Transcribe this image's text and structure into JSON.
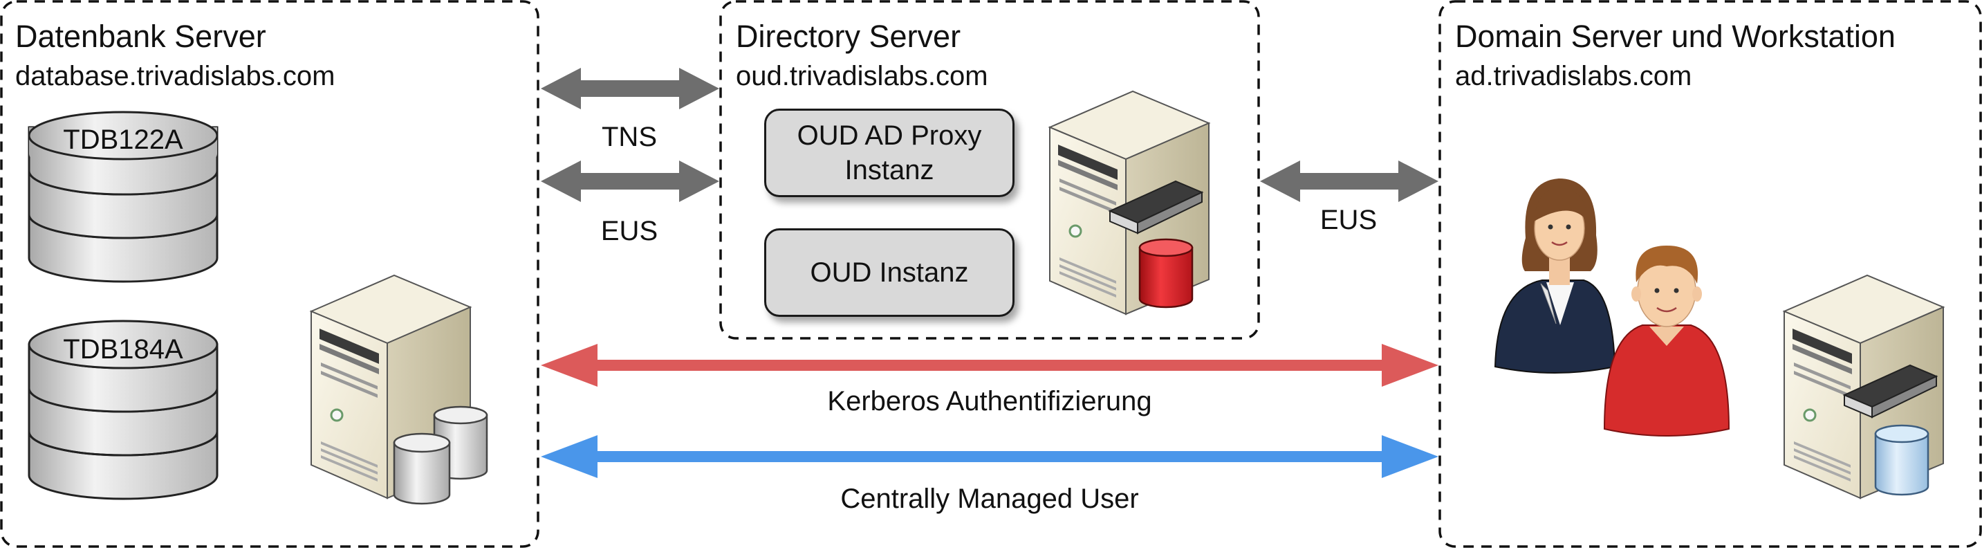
{
  "left_box": {
    "title": "Datenbank Server",
    "host": "database.trivadislabs.com"
  },
  "middle_box": {
    "title": "Directory Server",
    "host": "oud.trivadislabs.com"
  },
  "right_box": {
    "title": "Domain Server und Workstation",
    "host": "ad.trivadislabs.com"
  },
  "databases": [
    {
      "label": "TDB122A"
    },
    {
      "label": "TDB184A"
    }
  ],
  "instances": [
    {
      "label": "OUD AD Proxy Instanz"
    },
    {
      "label": "OUD Instanz"
    }
  ],
  "connections": {
    "tns": "TNS",
    "eus_left": "EUS",
    "eus_right": "EUS",
    "kerberos": "Kerberos Authentifizierung",
    "cmu": "Centrally Managed User"
  },
  "colors": {
    "gray_arrow": "#6e6e6e",
    "kerberos_arrow": "#dc5a5a",
    "cmu_arrow": "#4a96ea",
    "red_disk": "#e8252b",
    "blue_disk": "#b9d7ef"
  }
}
